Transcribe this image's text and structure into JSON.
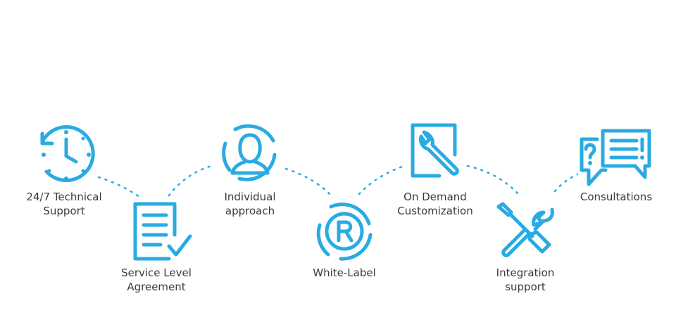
{
  "accent_color": "#29abe2",
  "text_color": "#3a3a3a",
  "steps": [
    {
      "icon": "clock-icon",
      "label_lines": [
        "24/7 Technical",
        "Support"
      ]
    },
    {
      "icon": "document-check-icon",
      "label_lines": [
        "Service Level",
        "Agreement"
      ]
    },
    {
      "icon": "user-icon",
      "label_lines": [
        "Individual",
        "approach"
      ]
    },
    {
      "icon": "registered-trademark-icon",
      "label_lines": [
        "White-Label"
      ]
    },
    {
      "icon": "wrench-document-icon",
      "label_lines": [
        "On Demand",
        "Customization"
      ]
    },
    {
      "icon": "tools-icon",
      "label_lines": [
        "Integration",
        "support"
      ]
    },
    {
      "icon": "chat-bubbles-icon",
      "label_lines": [
        "Consultations"
      ]
    }
  ]
}
